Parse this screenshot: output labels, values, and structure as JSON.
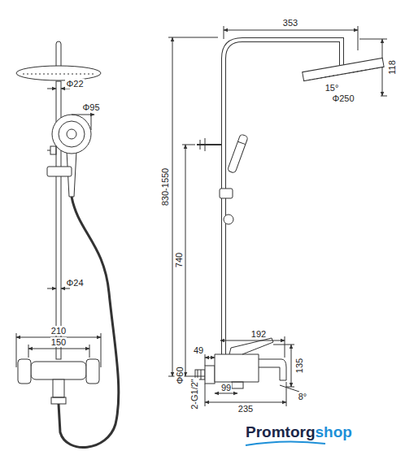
{
  "diagram": {
    "labels": [
      "Φ22",
      "Φ95",
      "Φ24",
      "210",
      "150",
      "353",
      "118",
      "15°",
      "Φ250",
      "830-1550",
      "740",
      "192",
      "49",
      "Φ60",
      "2-G1/2\"",
      "135",
      "8°",
      "99",
      "235",
      "Promtorg",
      "shop"
    ]
  }
}
